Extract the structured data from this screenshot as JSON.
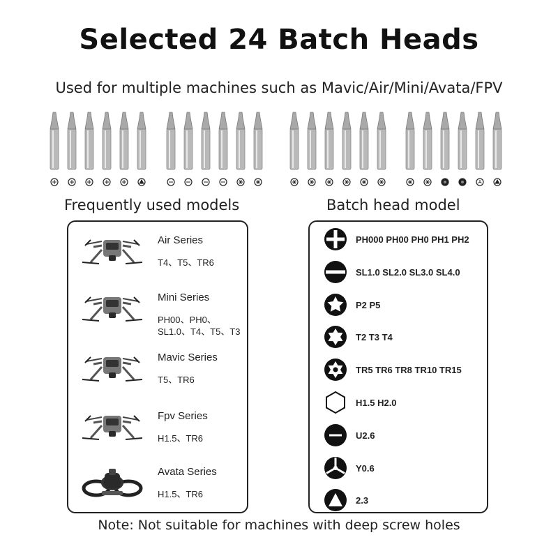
{
  "title": "Selected 24 Batch Heads",
  "subtitle": "Used for multiple machines such as Mavic/Air/Mini/Avata/FPV",
  "bits": {
    "tip_types": [
      "cross",
      "cross",
      "cross",
      "cross",
      "cross",
      "tri-wing",
      "slot",
      "slot",
      "slot",
      "slot",
      "star",
      "star",
      "star",
      "star",
      "star",
      "star",
      "star",
      "star",
      "star",
      "star",
      "hex-dot",
      "hex-dot",
      "y-type",
      "triangle"
    ]
  },
  "left_panel": {
    "heading": "Frequently used models",
    "models": [
      {
        "name": "Air Series",
        "heads": "T4、T5、TR6",
        "icon": "drone-icon"
      },
      {
        "name": "Mini Series",
        "heads": "PH00、PH0、\nSL1.0、T4、T5、T3",
        "icon": "drone-icon"
      },
      {
        "name": "Mavic Series",
        "heads": "T5、TR6",
        "icon": "drone-icon"
      },
      {
        "name": "Fpv Series",
        "heads": "H1.5、TR6",
        "icon": "drone-icon"
      },
      {
        "name": "Avata Series",
        "heads": "H1.5、TR6",
        "icon": "cinewhoop-drone-icon"
      }
    ]
  },
  "right_panel": {
    "heading": "Batch head model",
    "heads": [
      {
        "icon": "phillips-icon",
        "models": "PH000 PH00 PH0 PH1 PH2"
      },
      {
        "icon": "slotted-icon",
        "models": "SL1.0 SL2.0 SL3.0 SL4.0"
      },
      {
        "icon": "pentalobe-icon",
        "models": "P2 P5"
      },
      {
        "icon": "torx-icon",
        "models": "T2 T3 T4"
      },
      {
        "icon": "torx-security-icon",
        "models": "TR5 TR6 TR8 TR10 TR15"
      },
      {
        "icon": "hex-icon",
        "models": "H1.5 H2.0"
      },
      {
        "icon": "u-type-icon",
        "models": "U2.6"
      },
      {
        "icon": "y-type-icon",
        "models": "Y0.6"
      },
      {
        "icon": "triangle-icon",
        "models": "2.3"
      }
    ]
  },
  "note": "Note: Not suitable for machines with deep screw holes",
  "colors": {
    "panel_border": "#222222",
    "bit_metal": "#b9b9b9",
    "icon_fill": "#111111"
  }
}
